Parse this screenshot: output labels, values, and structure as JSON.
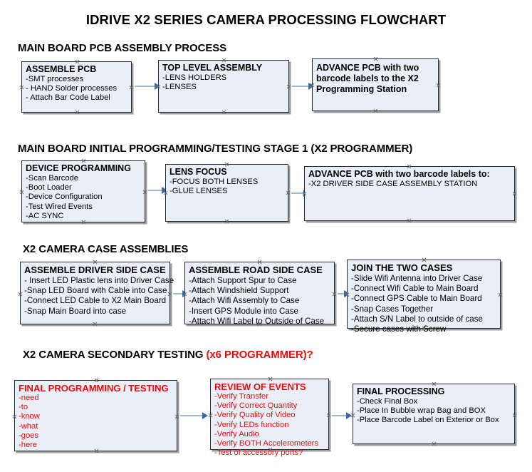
{
  "title": "IDRIVE X2  SERIES CAMERA PROCESSING FLOWCHART",
  "colors": {
    "box_fill": "#eaeff7",
    "box_border": "#222b33",
    "connector_line": "#9fb8cd",
    "arrow_head": "#3f67a8",
    "accent_red": "#e01010",
    "background": "#ffffff"
  },
  "sections": [
    {
      "heading": "MAIN BOARD PCB ASSEMBLY PROCESS",
      "heading_accent": "",
      "boxes": [
        {
          "title": "ASSEMBLE PCB",
          "lines": [
            "-SMT processes",
            "- HAND Solder processes",
            "- Attach Bar Code Label"
          ]
        },
        {
          "title": "TOP LEVEL ASSEMBLY",
          "lines": [
            "-LENS HOLDERS",
            "-LENSES"
          ]
        },
        {
          "title": "ADVANCE PCB with two barcode labels to the  X2 Programming Station",
          "lines": []
        }
      ]
    },
    {
      "heading": "MAIN BOARD INITIAL PROGRAMMING/TESTING STAGE 1 (X2 PROGRAMMER)",
      "heading_accent": "",
      "boxes": [
        {
          "title": "DEVICE PROGRAMMING",
          "lines": [
            "-Scan Barcode",
            "-Boot Loader",
            "-Device Configuration",
            "-Test Wired Events",
            "-AC SYNC"
          ]
        },
        {
          "title": "LENS FOCUS",
          "lines": [
            "-FOCUS BOTH LENSES",
            "-GLUE LENSES"
          ]
        },
        {
          "title": "ADVANCE PCB with two barcode labels to:",
          "lines": [
            "-X2 DRIVER  SIDE  CASE  ASSEMBLY STATION"
          ]
        }
      ]
    },
    {
      "heading": "X2 CAMERA CASE ASSEMBLIES",
      "heading_accent": "",
      "boxes": [
        {
          "title": "ASSEMBLE DRIVER SIDE CASE",
          "lines": [
            "- Insert LED Plastic lens into Driver Case",
            "-Snap LED Board with Cable into Case",
            "-Connect LED Cable to X2 Main Board",
            "-Snap Main Board into case"
          ]
        },
        {
          "title": "ASSEMBLE ROAD SIDE CASE",
          "lines": [
            "-Attach Support Spur to Case",
            "-Attach Windshield Support",
            "-Attach Wifi Assembly to Case",
            "-Insert GPS Module into Case",
            "-Attach Wifi Label to Outside of Case"
          ]
        },
        {
          "title": "JOIN THE TWO CASES",
          "lines": [
            "-Slide Wifi Antenna into Driver Case",
            "-Connect Wifi Cable to Main Board",
            "-Connect GPS Cable to Main Board",
            "-Snap Cases Together",
            "-Attach S/N Label to outside of case",
            "-Secure cases with Screw"
          ]
        }
      ]
    },
    {
      "heading": "X2 CAMERA SECONDARY TESTING ",
      "heading_accent": "(x6 PROGRAMMER)?",
      "boxes": [
        {
          "title": "FINAL PROGRAMMING / TESTING",
          "lines": [
            "-need",
            "-to",
            "-know",
            "-what",
            "-goes",
            "-here"
          ]
        },
        {
          "title": "REVIEW OF EVENTS",
          "lines": [
            "-Verify Transfer",
            "-Verify Correct Quantity",
            "-Verify Quality of Video",
            "-Verify LEDs function",
            "-Verify Audio",
            "-Verify BOTH Accelerometers",
            "-Test of accessory ports?"
          ]
        },
        {
          "title": "FINAL PROCESSING",
          "lines": [
            " -Check Final Box",
            "-Place In Bubble wrap Bag and BOX",
            "-Place Barcode Label on Exterior or Box"
          ]
        }
      ]
    }
  ]
}
